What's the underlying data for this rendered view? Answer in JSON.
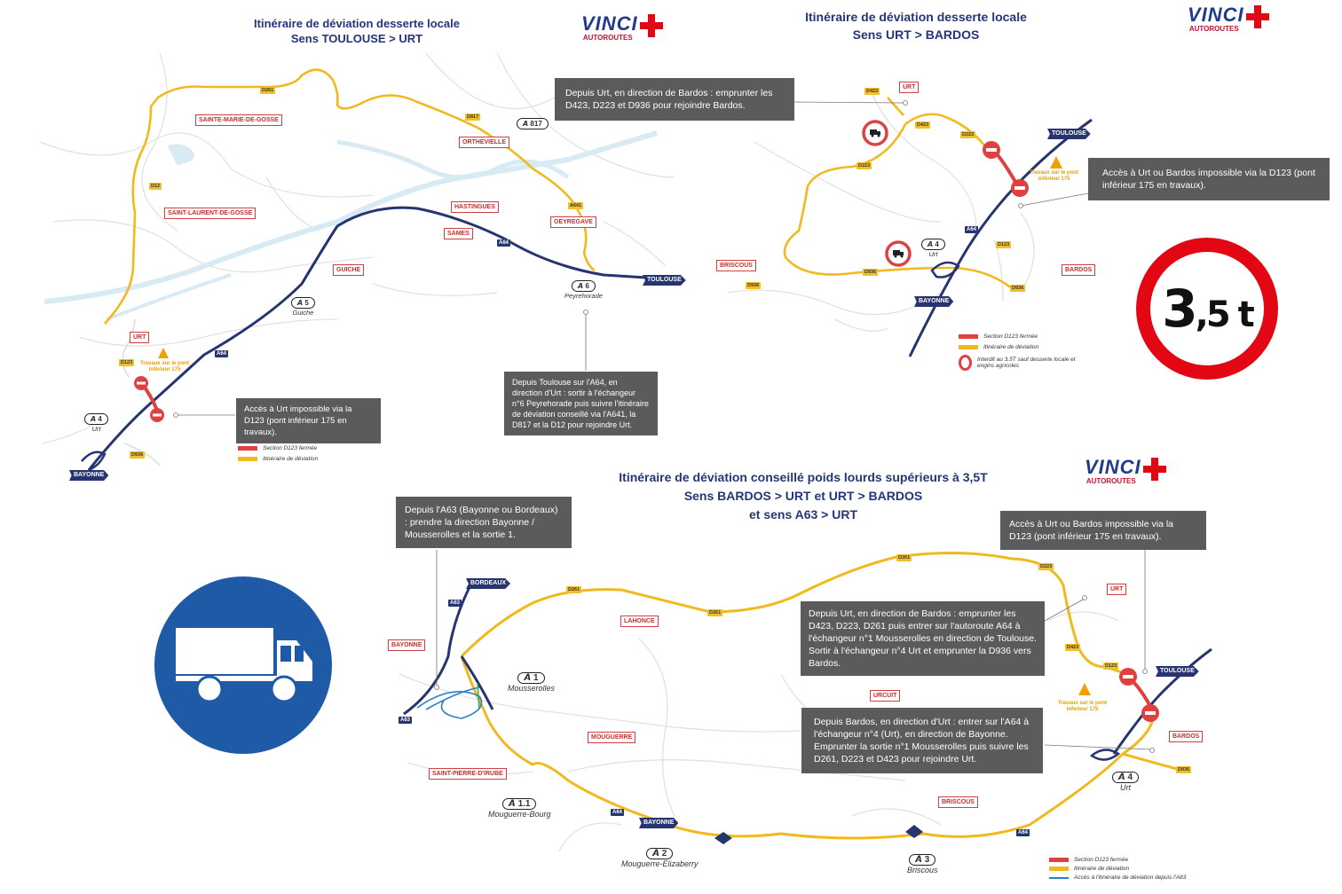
{
  "map1": {
    "title_line1": "Itinéraire de déviation desserte locale",
    "title_line2": "Sens TOULOUSE > URT",
    "places": [
      "SAINTE-MARIE-DE-GOSSE",
      "ORTHEVIELLE",
      "SAINT-LAURENT-DE-GOSSE",
      "HASTINGUES",
      "OEYREGAVE",
      "SAMES",
      "GUICHE",
      "URT"
    ],
    "roads": [
      "D261",
      "D817",
      "D12",
      "A641",
      "A64",
      "D123",
      "D936",
      "A64"
    ],
    "hwy_817": "817",
    "dest_toulouse": "TOULOUSE",
    "dest_bayonne": "BAYONNE",
    "exit6_num": "6",
    "exit6_name": "Peyrehorade",
    "exit5_num": "5",
    "exit5_name": "Guiche",
    "exit4_num": "4",
    "exit4_name": "Urt",
    "works_line1": "Travaux sur le pont",
    "works_line2": "inférieur 175",
    "callout_urt": "Accès à Urt impossible via la D123 (pont inférieur 175 en travaux).",
    "callout_toulouse": "Depuis Toulouse sur l'A64, en direction d'Urt : sortir à l'échangeur n°6 Peyrehorade puis suivre l'itinéraire de déviation conseillé via l'A641, la D817 et la D12 pour rejoindre Urt.",
    "legend_closed": "Section D123 fermée",
    "legend_detour": "Itinéraire de déviation"
  },
  "map2": {
    "title_line1": "Itinéraire de déviation desserte locale",
    "title_line2": "Sens URT > BARDOS",
    "callout_bardos": "Depuis Urt, en direction de Bardos : emprunter les D423, D223 et D936 pour rejoindre Bardos.",
    "callout_access": "Accès à Urt ou Bardos impossible via la D123 (pont inférieur 175 en travaux).",
    "places": [
      "URT",
      "BRISCOUS",
      "BARDOS"
    ],
    "roads": [
      "D423",
      "D423",
      "D223",
      "D223",
      "D123",
      "A64",
      "D936",
      "D936",
      "D936"
    ],
    "dest_toulouse": "TOULOUSE",
    "dest_bayonne": "BAYONNE",
    "exit4_num": "4",
    "exit4_name": "Urt",
    "works_line1": "Travaux sur le pont",
    "works_line2": "inférieur 175",
    "legend_closed": "Section D123 fermée",
    "legend_detour": "Itinéraire de déviation",
    "legend_forbid": "Interdit au 3,5T sauf desserte locale et engins agricoles"
  },
  "sign_weight": {
    "value_main": "3",
    "value_frac": ",5",
    "unit": "t"
  },
  "map3": {
    "title_line1": "Itinéraire de déviation conseillé poids lourds supérieurs à 3,5T",
    "title_line2": "Sens BARDOS > URT et URT > BARDOS",
    "title_line3": "et sens A63 > URT",
    "callout_a63": "Depuis l'A63 (Bayonne ou Bordeaux) : prendre la direction Bayonne / Mousserolles et la sortie 1.",
    "callout_access": "Accès à Urt ou Bardos impossible via la D123 (pont inférieur 175 en travaux).",
    "callout_urt_bardos": "Depuis Urt, en direction de Bardos : emprunter les D423, D223, D261 puis entrer sur l'autoroute A64 à l'échangeur n°1 Mousserolles en direction de Toulouse. Sortir à l'échangeur n°4 Urt et emprunter la D936 vers Bardos.",
    "callout_bardos_urt": "Depuis Bardos, en direction d'Urt : entrer sur l'A64 à l'échangeur n°4 (Urt), en direction de Bayonne. Emprunter la sortie n°1 Mousserolles puis suivre les D261, D223 et D423 pour rejoindre Urt.",
    "places": [
      "BAYONNE",
      "LAHONCE",
      "URCUIT",
      "MOUGUERRE",
      "SAINT-PIERRE-D'IRUBE",
      "BRISCOUS",
      "URT",
      "BARDOS"
    ],
    "roads": [
      "D261",
      "D261",
      "D261",
      "D223",
      "D423",
      "D123",
      "D936",
      "A63",
      "A63",
      "A64",
      "A64"
    ],
    "dest_bordeaux": "BORDEAUX",
    "dest_toulouse": "TOULOUSE",
    "dest_bayonne": "BAYONNE",
    "exit1_num": "1",
    "exit1_name": "Mousserolles",
    "exit11_num": "1.1",
    "exit11_name": "Mouguerre-Bourg",
    "exit2_num": "2",
    "exit2_name": "Mouguerre-Elizaberry",
    "exit3_num": "3",
    "exit3_name": "Briscous",
    "exit4_num": "4",
    "exit4_name": "Urt",
    "works_line1": "Travaux sur le pont",
    "works_line2": "inférieur 175",
    "legend_closed": "Section D123 fermée",
    "legend_detour": "Itinéraire de déviation",
    "legend_access": "Accès à l'itinéraire de déviation depuis l'A63"
  },
  "logo": {
    "word": "VINCI",
    "sub": "AUTOROUTES"
  },
  "colors": {
    "detour": "#f2b91e",
    "motorway": "#26356f",
    "closed": "#e04040",
    "river": "#d6eaf4",
    "title": "#24357a",
    "callout": "#5b5b5b",
    "sign_blue": "#1e5aa6",
    "sign_red": "#e30613"
  }
}
